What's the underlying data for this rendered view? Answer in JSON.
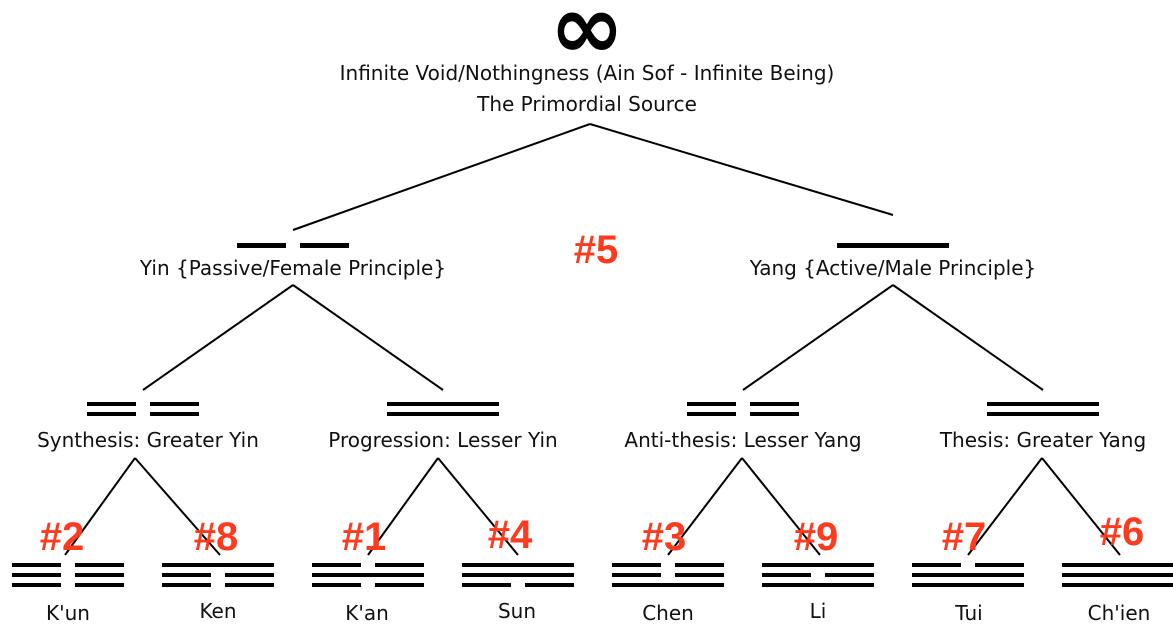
{
  "root": {
    "symbol": "∞",
    "line1": "Infinite Void/Nothingness (Ain Sof - Infinite Being)",
    "line2": "The Primordial Source"
  },
  "center_number": "#5",
  "level1": [
    {
      "id": "yin",
      "label": "Yin {Passive/Female Principle}",
      "lines": [
        0
      ]
    },
    {
      "id": "yang",
      "label": "Yang {Active/Male Principle}",
      "lines": [
        1
      ]
    }
  ],
  "level2": [
    {
      "id": "greater-yin",
      "label": "Synthesis: Greater Yin",
      "lines": [
        0,
        0
      ]
    },
    {
      "id": "lesser-yin",
      "label": "Progression: Lesser Yin",
      "lines": [
        1,
        1
      ]
    },
    {
      "id": "lesser-yang",
      "label": "Anti-thesis: Lesser Yang",
      "lines": [
        0,
        0
      ]
    },
    {
      "id": "greater-yang",
      "label": "Thesis: Greater Yang",
      "lines": [
        1,
        1
      ]
    }
  ],
  "trigrams": [
    {
      "id": "kun",
      "name": "K'un",
      "number": "#2",
      "lines": [
        0,
        0,
        0
      ]
    },
    {
      "id": "ken",
      "name": "Ken",
      "number": "#8",
      "lines": [
        1,
        0,
        0
      ]
    },
    {
      "id": "kan",
      "name": "K'an",
      "number": "#1",
      "lines": [
        0,
        1,
        0
      ]
    },
    {
      "id": "sun",
      "name": "Sun",
      "number": "#4",
      "lines": [
        1,
        1,
        0
      ]
    },
    {
      "id": "chen",
      "name": "Chen",
      "number": "#3",
      "lines": [
        0,
        0,
        1
      ]
    },
    {
      "id": "li",
      "name": "Li",
      "number": "#9",
      "lines": [
        1,
        0,
        1
      ]
    },
    {
      "id": "tui",
      "name": "Tui",
      "number": "#7",
      "lines": [
        0,
        1,
        1
      ]
    },
    {
      "id": "chien",
      "name": "Ch'ien",
      "number": "#6",
      "lines": [
        1,
        1,
        1
      ]
    }
  ],
  "colors": {
    "number": "#ff3b1f",
    "line": "#000000"
  }
}
